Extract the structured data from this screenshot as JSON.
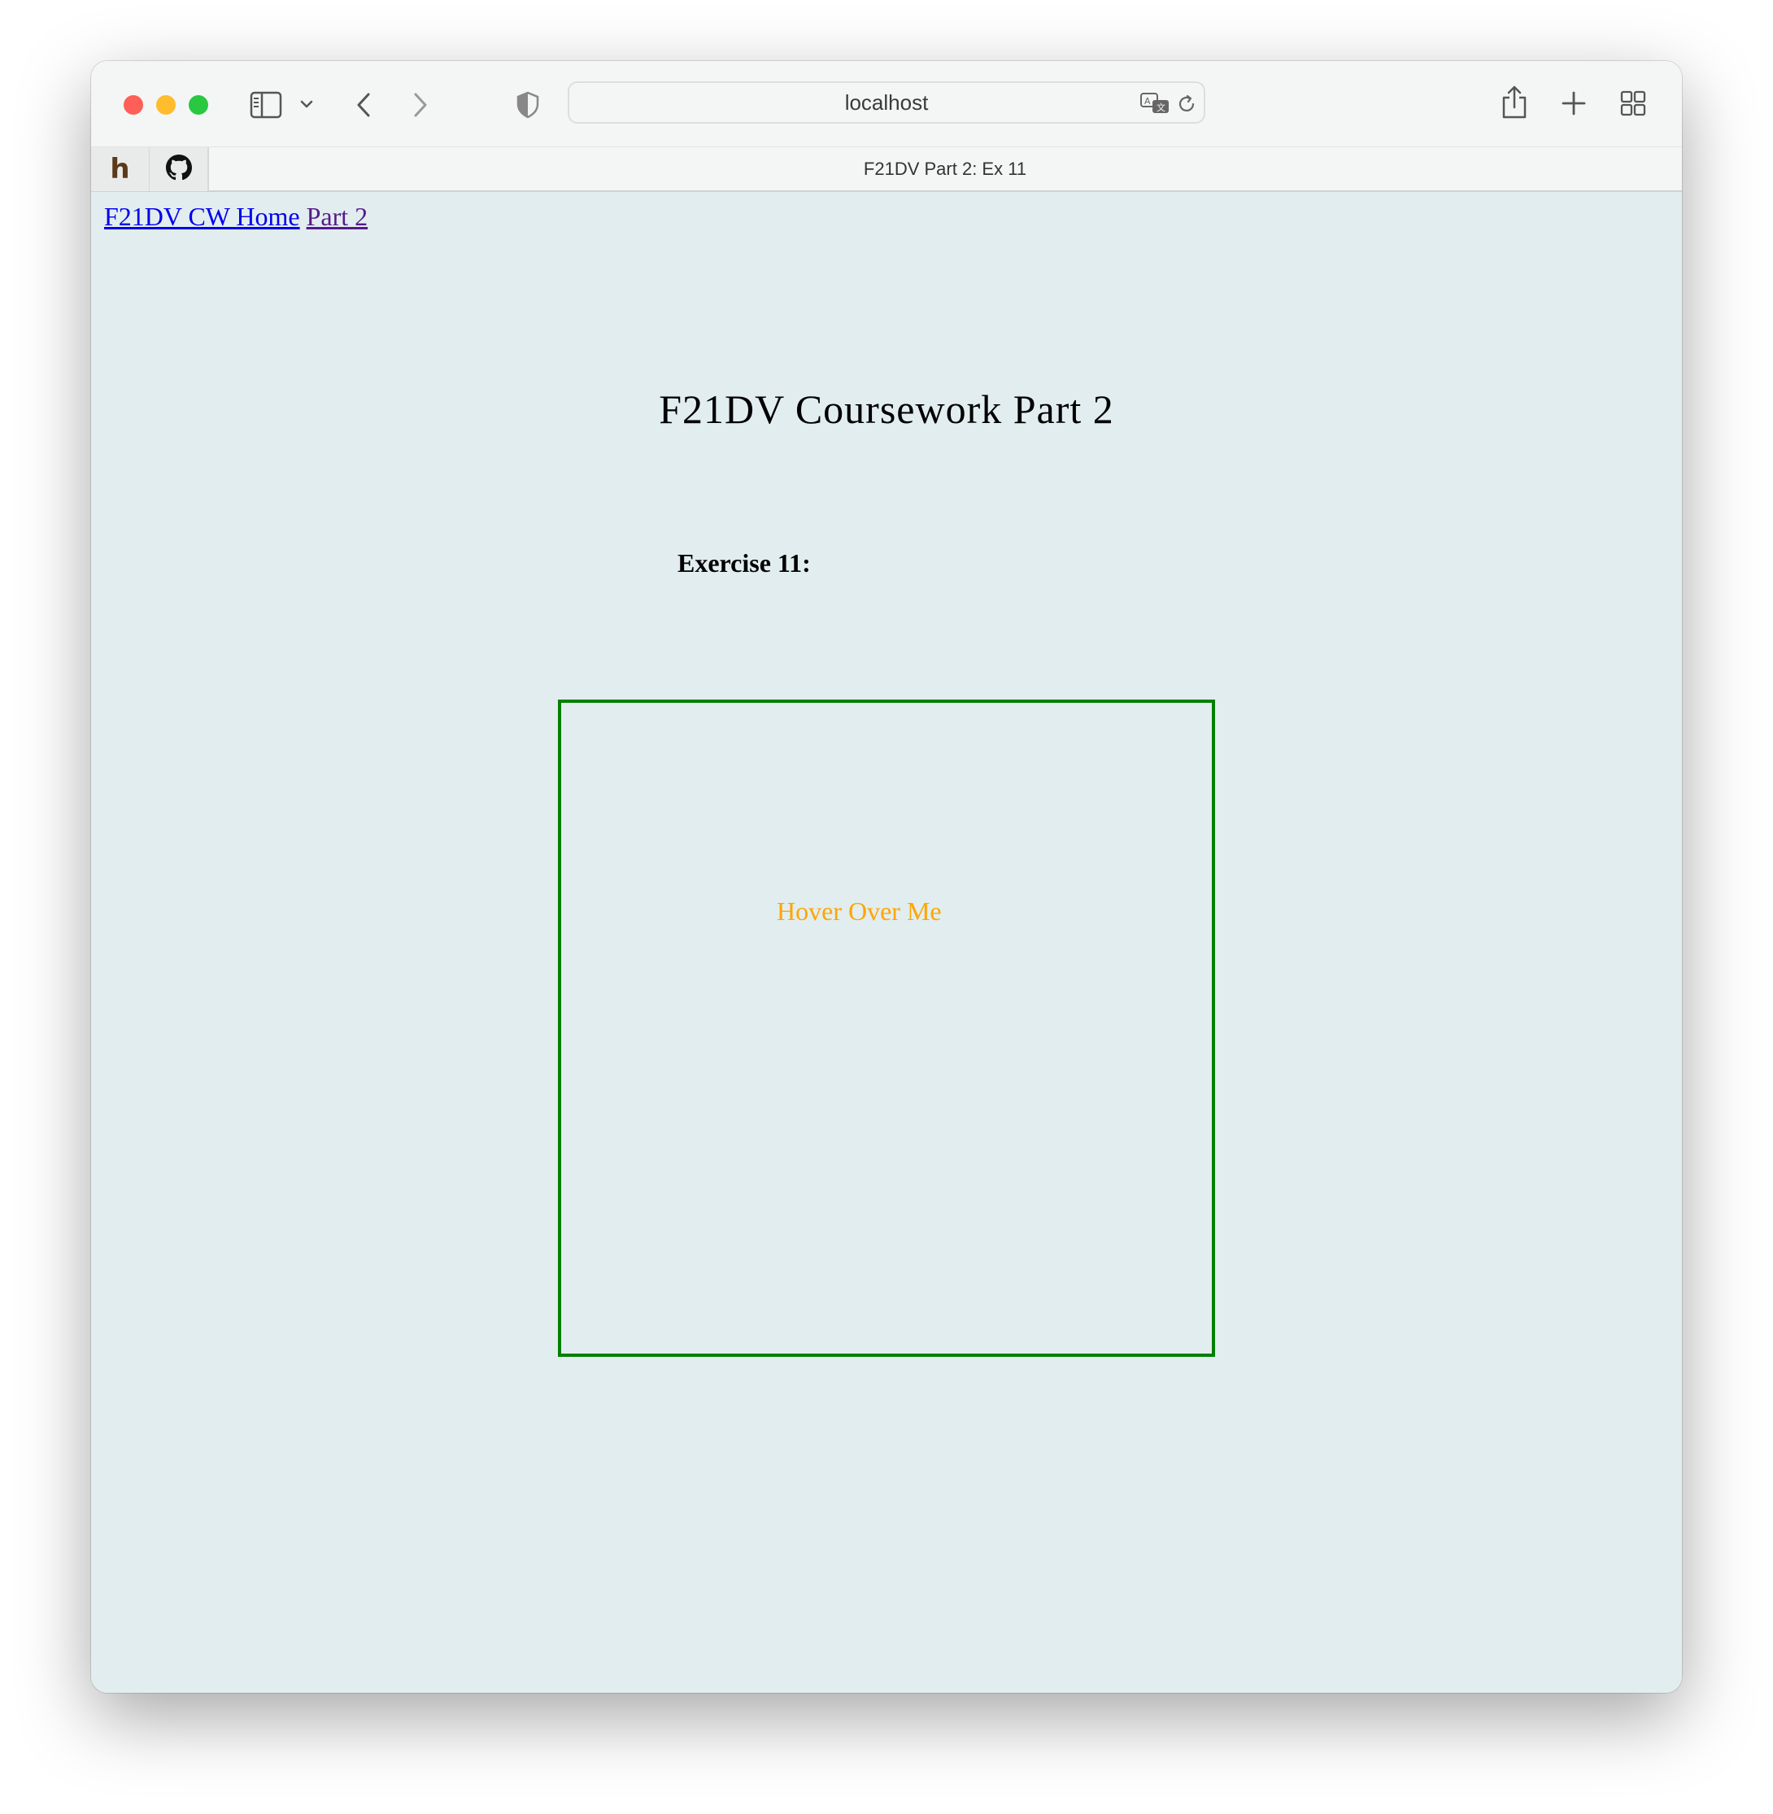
{
  "browser": {
    "address": "localhost",
    "tab_title": "F21DV Part 2: Ex 11",
    "pinned_tabs": [
      {
        "name": "h"
      },
      {
        "name": "github"
      }
    ]
  },
  "nav": {
    "home_link": "F21DV CW Home",
    "part_link": "Part 2"
  },
  "page": {
    "title": "F21DV Coursework Part 2",
    "exercise_label": "Exercise 11:",
    "hover_text": "Hover Over Me"
  },
  "colors": {
    "box_border": "#008000",
    "hover_text": "#ffa500",
    "background": "#e2edef",
    "link": "#0000ee",
    "visited_link": "#551a8b"
  }
}
